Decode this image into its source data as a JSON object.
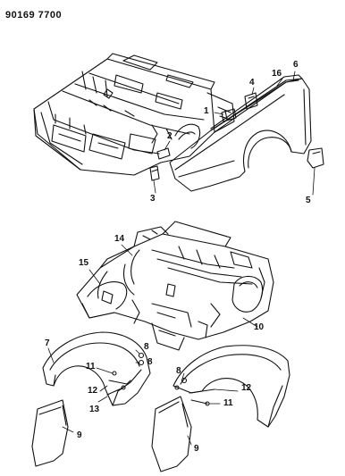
{
  "diagram": {
    "catalog_number": "90169 7700",
    "callouts": {
      "c1": "1",
      "c2": "2",
      "c3": "3",
      "c4": "4",
      "c5": "5",
      "c6": "6",
      "c16": "16",
      "c14": "14",
      "c15": "15",
      "c10": "10",
      "c7": "7",
      "c8a": "8",
      "c8b": "8",
      "c11a": "11",
      "c12a": "12",
      "c13": "13",
      "c9a": "9",
      "c8c": "8",
      "c12b": "12",
      "c11b": "11",
      "c9b": "9"
    }
  }
}
